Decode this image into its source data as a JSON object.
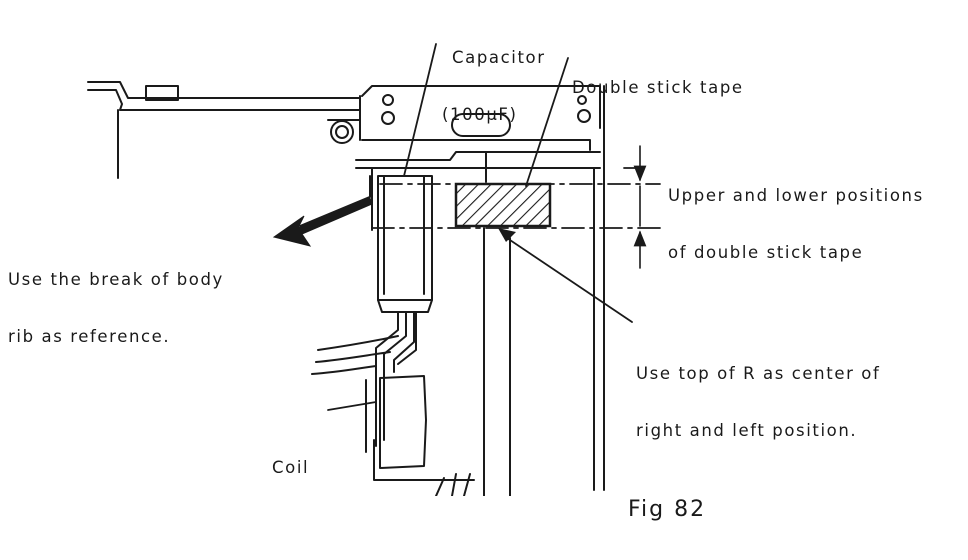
{
  "labels": {
    "capacitor": [
      "Capacitor",
      "(100µF)"
    ],
    "tape": "Double stick tape",
    "positions": [
      "Upper and lower positions",
      "of double stick tape"
    ],
    "rib": [
      "Use the break of body",
      "rib as reference."
    ],
    "rtop": [
      "Use top of R as center of",
      "right and left position."
    ],
    "coil": "Coil",
    "figure": "Fig 82"
  }
}
